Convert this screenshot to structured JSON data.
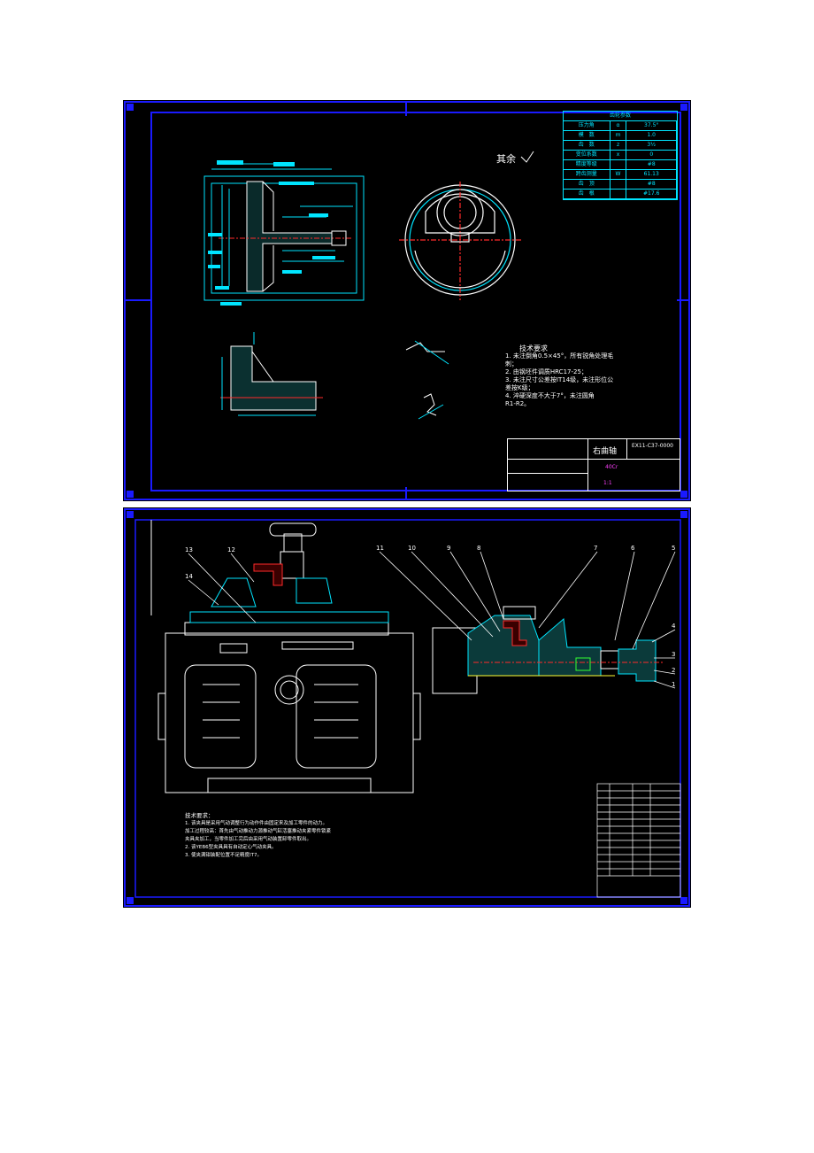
{
  "colors": {
    "frame": "#1a1aff",
    "cyan": "#00e5ff",
    "white": "#ffffff",
    "red": "#ff2a2a",
    "yellow": "#ffff33",
    "magenta": "#ff40ff",
    "green": "#33ff33"
  },
  "top_sheet": {
    "roughness_note": "其余",
    "param_table": {
      "title": "齿轮参数",
      "rows": [
        {
          "name": "压力角",
          "sym": "α",
          "val": "37.5°"
        },
        {
          "name": "模　数",
          "sym": "m",
          "val": "1.0"
        },
        {
          "name": "齿　数",
          "sym": "z",
          "val": "3¹⁄₂"
        },
        {
          "name": "变位系数",
          "sym": "x",
          "val": "0"
        },
        {
          "name": "精度等级",
          "sym": "",
          "val": "#8"
        },
        {
          "name": "跨齿测量",
          "sym": "W",
          "val": "61.13"
        },
        {
          "name": "齿　顶",
          "sym": "",
          "val": "#8"
        },
        {
          "name": "齿　根",
          "sym": "",
          "val": "#17.6"
        }
      ]
    },
    "tech_req": {
      "title": "技术要求",
      "lines": [
        "1. 未注倒角0.5×45°，所有锐角处理毛",
        "刺；",
        "2. 由钢坯件调质HRC17-25；",
        "3. 未注尺寸公差按IT14级，未注形位公",
        "差按K级；",
        "4. 淬硬深度不大于7°，未注圆角",
        "R1-R2。"
      ]
    },
    "title_block": {
      "part_name": "右曲轴",
      "drawing_no": "EX11-C37-0000",
      "material": "40Cr",
      "scale": "1:1"
    }
  },
  "bottom_sheet": {
    "callouts": [
      "13",
      "12",
      "14",
      "11",
      "10",
      "9",
      "8",
      "7",
      "6",
      "5",
      "4",
      "3",
      "2",
      "1"
    ],
    "tech_req": {
      "title": "技术要求：",
      "lines": [
        "1. 该夹具是采用气动调整行为动作件由固定来及加工零件的动力。",
        "加工过程较高：首先由气动推动力源推动气缸活塞推动夹紧零件锁紧",
        "夹具夹加工，当零件加工完后由采用气动装置卸零件取出。",
        "2. 该YEB6型夹具具有自动定心气动夹具。",
        "3. 使夹满钳装配位置不足精度IT7。"
      ]
    }
  }
}
